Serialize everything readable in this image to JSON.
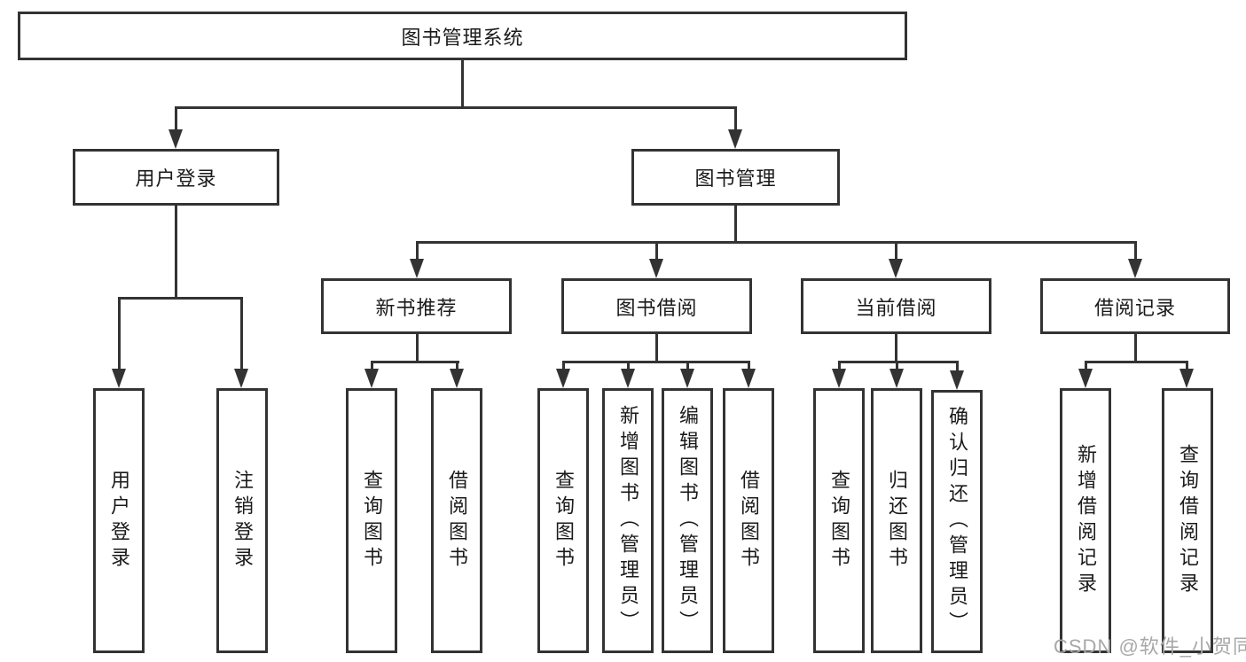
{
  "title": {
    "label": "图书管理系统"
  },
  "branches": {
    "user_login": {
      "label": "用户登录",
      "children": [
        {
          "label": "用户登录"
        },
        {
          "label": "注销登录"
        }
      ]
    },
    "book_management": {
      "label": "图书管理",
      "sections": [
        {
          "label": "新书推荐",
          "children": [
            {
              "label": "查询图书"
            },
            {
              "label": "借阅图书"
            }
          ]
        },
        {
          "label": "图书借阅",
          "children": [
            {
              "label": "查询图书"
            },
            {
              "label": "新增图书（管理员）"
            },
            {
              "label": "编辑图书（管理员）"
            },
            {
              "label": "借阅图书"
            }
          ]
        },
        {
          "label": "当前借阅",
          "children": [
            {
              "label": "查询图书"
            },
            {
              "label": "归还图书"
            },
            {
              "label": "确认归还（管理员）"
            }
          ]
        },
        {
          "label": "借阅记录",
          "children": [
            {
              "label": "新增借阅记录"
            },
            {
              "label": "查询借阅记录"
            }
          ]
        }
      ]
    }
  },
  "watermark": {
    "text": "CSDN @软件_小贺同学"
  },
  "colors": {
    "line": "#333333",
    "box_border": "#333333",
    "text": "#1a1a1a",
    "watermark": "#a8a8a8",
    "background": "#ffffff"
  }
}
